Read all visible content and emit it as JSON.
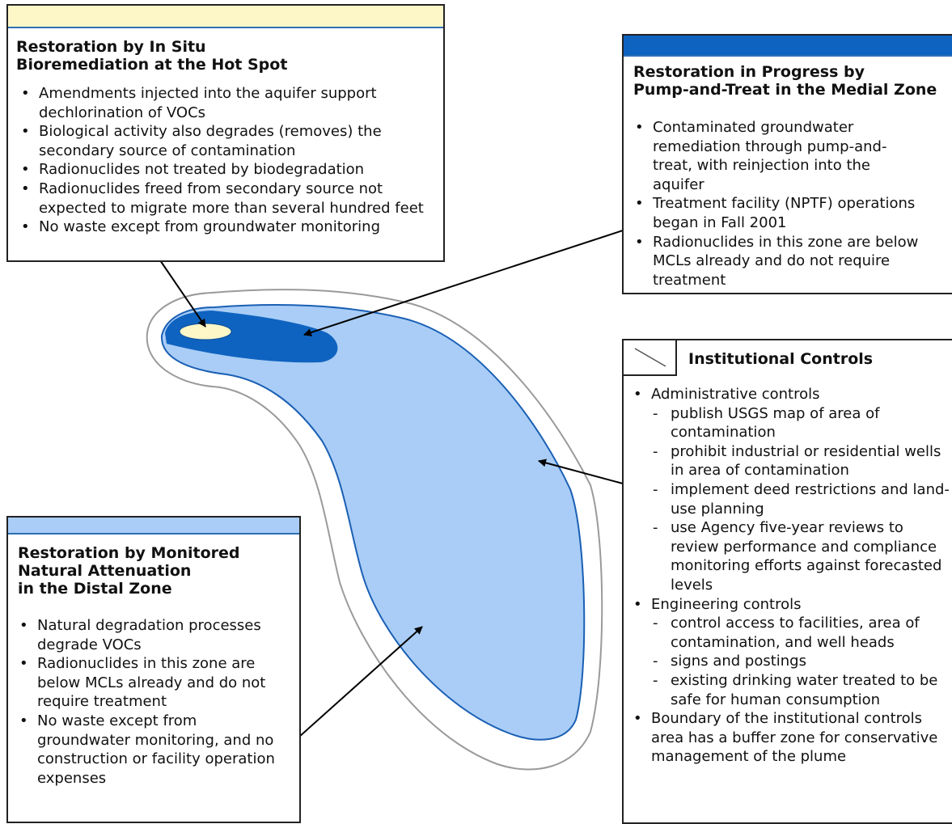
{
  "colors": {
    "band_hot_spot": "#fdf7c8",
    "band_medial": "#0f63c0",
    "band_distal": "#a9cdf6",
    "plume_light": "#a9cdf6",
    "plume_dark": "#0f63c0",
    "hot_spot": "#fdf7c8",
    "buffer_outline": "#9a9a9a",
    "plume_outline": "#1a5fb4"
  },
  "hot_spot_box": {
    "title": "Restoration by In Situ\nBioremediation at the Hot Spot",
    "bullets": [
      "Amendments injected into the aquifer support dechlorination of VOCs",
      "Biological activity also degrades (removes) the secondary source of contamination",
      "Radionuclides not treated by biodegradation",
      "Radionuclides freed from secondary source not expected to migrate more than several hundred feet",
      "No waste except from groundwater monitoring"
    ]
  },
  "medial_box": {
    "title": "Restoration in Progress by\nPump-and-Treat in the Medial Zone",
    "bullets": [
      "Contaminated groundwater remediation through pump-and-treat, with reinjection into the aquifer",
      "Treatment facility (NPTF) operations began in Fall 2001",
      "Radionuclides in this zone  are below MCLs already and do not require treatment"
    ]
  },
  "institutional_box": {
    "title": "Institutional Controls",
    "admin_label": "Administrative controls",
    "admin_items": [
      "publish USGS map of area of contamination",
      "prohibit industrial or residential wells in area of contamination",
      "implement deed restrictions and land-use planning",
      "use Agency five-year reviews to review performance and compliance monitoring efforts against forecasted levels"
    ],
    "eng_label": "Engineering controls",
    "eng_items": [
      "control access to facilities, area of contamination, and well heads",
      "signs and postings",
      "existing drinking water treated to be safe for human consumption"
    ],
    "boundary_text": "Boundary of the institutional controls area has a buffer zone for conservative management of the plume"
  },
  "distal_box": {
    "title": "Restoration by Monitored\nNatural Attenuation\nin the Distal Zone",
    "bullets": [
      "Natural degradation processes degrade VOCs",
      "Radionuclides in this zone are below MCLs  already and do not require treatment",
      "No waste except from groundwater monitoring, and no construction or facility operation expenses"
    ]
  }
}
